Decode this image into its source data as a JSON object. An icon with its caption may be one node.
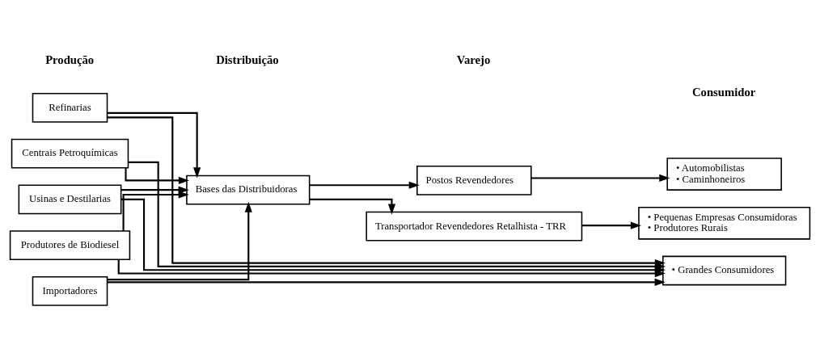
{
  "diagram": {
    "nodes": [
      {
        "text": [
          "Refinarias"
        ]
      },
      {
        "text": [
          "Centrais Petroquímicas"
        ]
      },
      {
        "text": [
          "Usinas e Destilarias"
        ]
      },
      {
        "text": [
          "Produtores de Biodiesel"
        ]
      },
      {
        "text": [
          "Importadores"
        ]
      },
      {
        "text": [
          "Bases das Distribuidoras"
        ]
      },
      {
        "text": [
          "Postos Revendedores"
        ]
      },
      {
        "text": [
          "Transportador Revendedores Retalhista - TRR"
        ]
      },
      {
        "text": [
          "• Automobilistas",
          "• Caminhoneiros"
        ]
      },
      {
        "text": [
          "• Pequenas Empresas Consumidoras",
          "• Produtores Rurais"
        ]
      },
      {
        "text": [
          "• Grandes Consumidores"
        ]
      }
    ],
    "edges": [
      {
        "from": 0,
        "to": 5,
        "arrow": "to"
      },
      {
        "from": 1,
        "to": 5,
        "arrow": "to"
      },
      {
        "from": 2,
        "to": 5,
        "arrow": "to"
      },
      {
        "from": 3,
        "to": 5,
        "arrow": "to"
      },
      {
        "from": 4,
        "to": 5,
        "arrow": "to"
      },
      {
        "from": 0,
        "to": 10,
        "arrow": "to"
      },
      {
        "from": 1,
        "to": 10,
        "arrow": "to"
      },
      {
        "from": 2,
        "to": 10,
        "arrow": "to"
      },
      {
        "from": 3,
        "to": 10,
        "arrow": "to"
      },
      {
        "from": 4,
        "to": 10,
        "arrow": "to"
      },
      {
        "from": 5,
        "to": 6,
        "arrow": "to"
      },
      {
        "from": 5,
        "to": 7,
        "arrow": "to"
      },
      {
        "from": 6,
        "to": 8,
        "arrow": "to"
      },
      {
        "from": 7,
        "to": 9,
        "arrow": "to"
      }
    ],
    "labels": [
      "Produção",
      "Distribuição",
      "Varejo",
      "Consumidor"
    ]
  }
}
